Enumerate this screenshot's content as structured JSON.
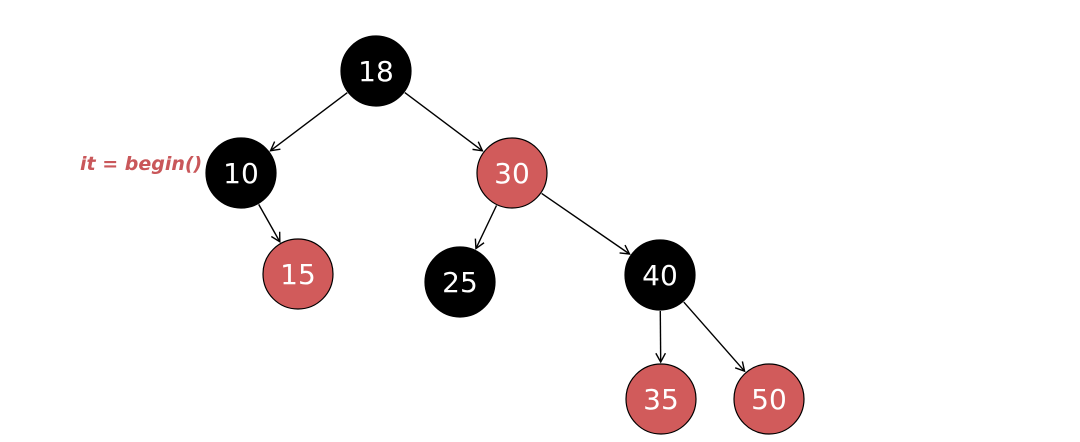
{
  "colors": {
    "red_node": "#d15b5b",
    "black_node": "#000000",
    "node_text": "#ffffff",
    "iterator_label": "#c9575a",
    "edge": "#000000"
  },
  "tree": {
    "nodes": [
      {
        "id": "n18",
        "value": "18",
        "color": "black"
      },
      {
        "id": "n10",
        "value": "10",
        "color": "black"
      },
      {
        "id": "n30",
        "value": "30",
        "color": "red"
      },
      {
        "id": "n15",
        "value": "15",
        "color": "red"
      },
      {
        "id": "n25",
        "value": "25",
        "color": "black"
      },
      {
        "id": "n40",
        "value": "40",
        "color": "black"
      },
      {
        "id": "n35",
        "value": "35",
        "color": "red"
      },
      {
        "id": "n50",
        "value": "50",
        "color": "red"
      }
    ],
    "edges": [
      {
        "from": "n18",
        "to": "n10"
      },
      {
        "from": "n18",
        "to": "n30"
      },
      {
        "from": "n10",
        "to": "n15"
      },
      {
        "from": "n30",
        "to": "n25"
      },
      {
        "from": "n30",
        "to": "n40"
      },
      {
        "from": "n40",
        "to": "n35"
      },
      {
        "from": "n40",
        "to": "n50"
      }
    ]
  },
  "iterator": {
    "label": "it = begin()",
    "points_to": "n10"
  }
}
